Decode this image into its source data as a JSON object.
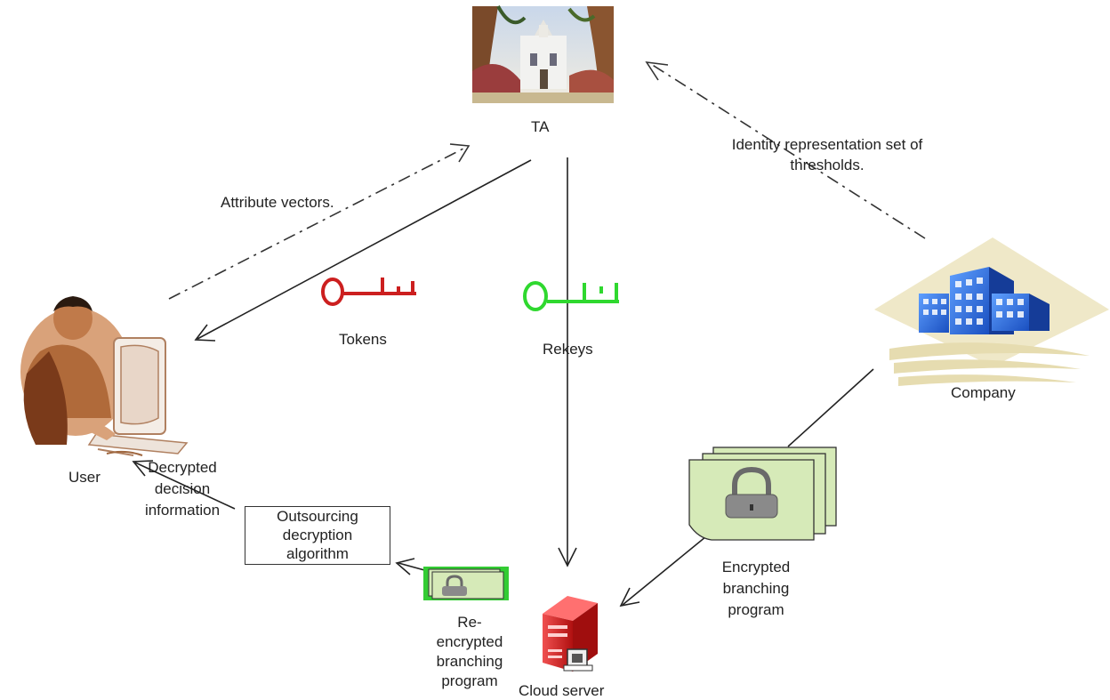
{
  "nodes": {
    "ta": "TA",
    "company": "Company",
    "user": "User",
    "cloud_server": "Cloud server"
  },
  "items": {
    "tokens": "Tokens",
    "rekeys": "Rekeys",
    "encrypted_program": [
      "Encrypted",
      "branching",
      "program"
    ],
    "reencrypted_program": [
      "Re-",
      "encrypted",
      "branching",
      "program"
    ],
    "outsourcing_box": [
      "Outsourcing",
      "decryption",
      "algorithm"
    ],
    "decrypted_info": [
      "Decrypted",
      "decision",
      "information"
    ]
  },
  "edges": {
    "attribute_vectors": "Attribute vectors.",
    "identity_thresholds": [
      "Identity representation set of",
      "thresholds."
    ]
  },
  "colors": {
    "tokens_key": "#cc1f1f",
    "rekeys_key": "#2fd82f",
    "server": "#d82020",
    "document": "#d6eab8",
    "building_blue": "#2f6fe0",
    "reenc_border": "#33cc33"
  }
}
